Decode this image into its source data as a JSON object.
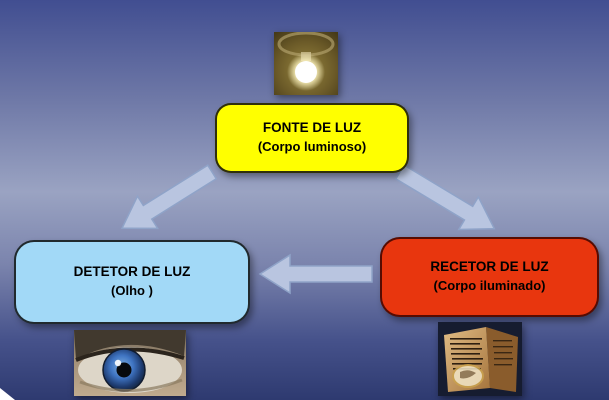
{
  "nodes": {
    "fonte": {
      "title": "FONTE DE LUZ",
      "subtitle": "(Corpo luminoso)"
    },
    "detetor": {
      "title": "DETETOR DE LUZ",
      "subtitle": "(Olho )"
    },
    "recetor": {
      "title": "RECETOR DE LUZ",
      "subtitle": "(Corpo iluminado)"
    }
  },
  "icons": {
    "bulb": "light-bulb-photo",
    "eye": "eye-photo",
    "book": "illuminated-book-photo"
  },
  "colors": {
    "fonte_fill": "#ffff00",
    "detetor_fill": "#a2d9f7",
    "recetor_fill": "#e8360e",
    "arrow_fill": "#b9c5e0",
    "arrow_stroke": "#8fa3c8",
    "bg_top": "#414e91",
    "bg_mid": "#9aa3c2",
    "bg_bottom": "#2e3a70"
  }
}
